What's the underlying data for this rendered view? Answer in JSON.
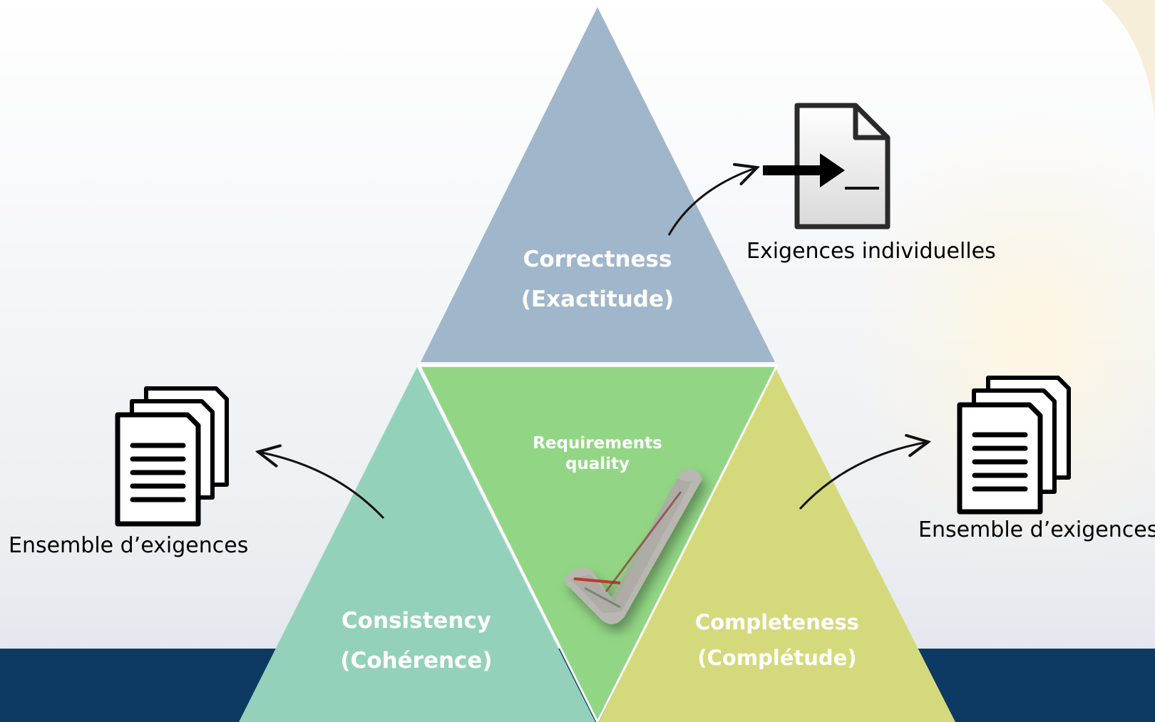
{
  "diagram": {
    "correctness": {
      "title": "Correctness",
      "subtitle": "(Exactitude)"
    },
    "consistency": {
      "title": "Consistency",
      "subtitle": "(Cohérence)"
    },
    "completeness": {
      "title": "Completeness",
      "subtitle": "(Complétude)"
    },
    "center": {
      "line1": "Requirements",
      "line2": "quality"
    }
  },
  "labels": {
    "top_right": "Exigences individuelles",
    "left": "Ensemble d’exigences",
    "right": "Ensemble d’exigences"
  },
  "colors": {
    "correctness": "#9fb6cb",
    "consistency": "#93d1bb",
    "completeness": "#d4da7b",
    "center": "#92d685",
    "footer_band": "#0d3a63"
  },
  "icons": {
    "top_right": "console-file-icon",
    "left": "document-stack-icon",
    "right": "document-stack-icon",
    "center": "checkmark-icon"
  }
}
